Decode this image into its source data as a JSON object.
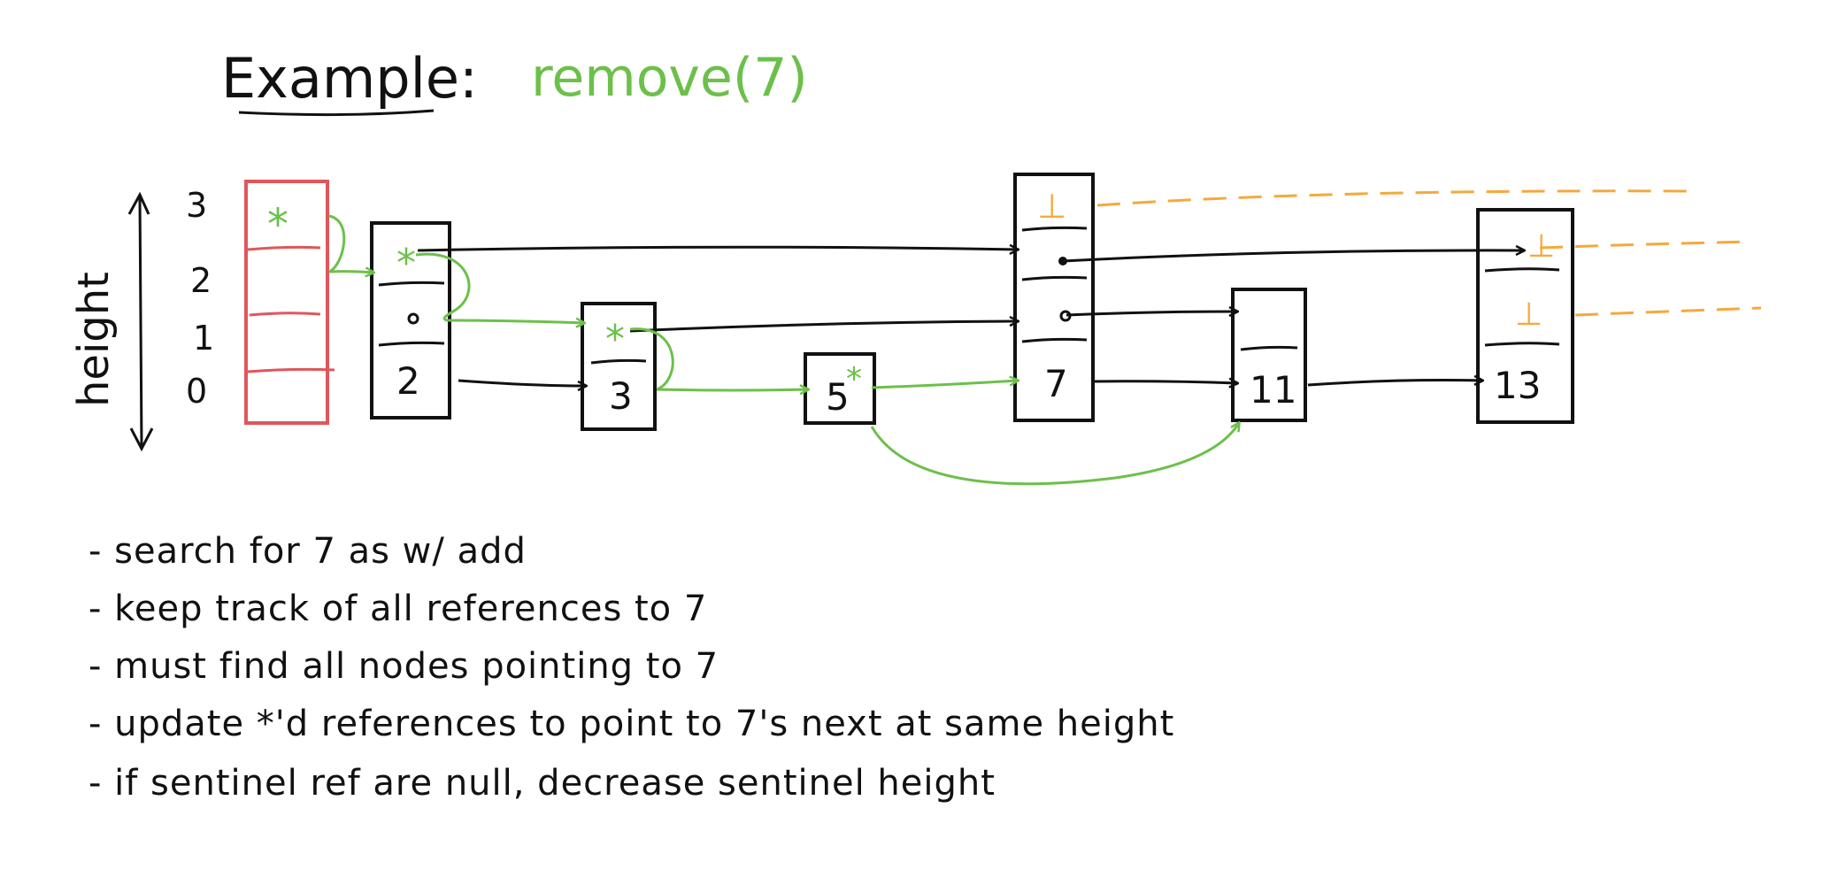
{
  "title": {
    "prefix": "Example:",
    "operation": "remove(7)"
  },
  "axis": {
    "label": "height",
    "levels": [
      "3",
      "2",
      "1",
      "0"
    ]
  },
  "nodes": [
    {
      "key": "sentinel",
      "label": "",
      "height": 4
    },
    {
      "key": "n2",
      "label": "2",
      "height": 3
    },
    {
      "key": "n3",
      "label": "3",
      "height": 2
    },
    {
      "key": "n5",
      "label": "5",
      "height": 1
    },
    {
      "key": "n7",
      "label": "7",
      "height": 4
    },
    {
      "key": "n11",
      "label": "11",
      "height": 2
    },
    {
      "key": "n13",
      "label": "13",
      "height": 3
    }
  ],
  "null_symbol": "⊥",
  "star_symbol": "*",
  "notes": [
    "- search for 7 as w/ add",
    "- keep track of all references to 7",
    "- must find all nodes pointing to 7",
    "- update *'d references to point to 7's next at same height",
    "- if sentinel ref are null, decrease sentinel height"
  ],
  "colors": {
    "ink": "#111111",
    "sentinel": "#e0565b",
    "remove_path": "#6cc04a",
    "null_ref": "#f5a93a"
  }
}
